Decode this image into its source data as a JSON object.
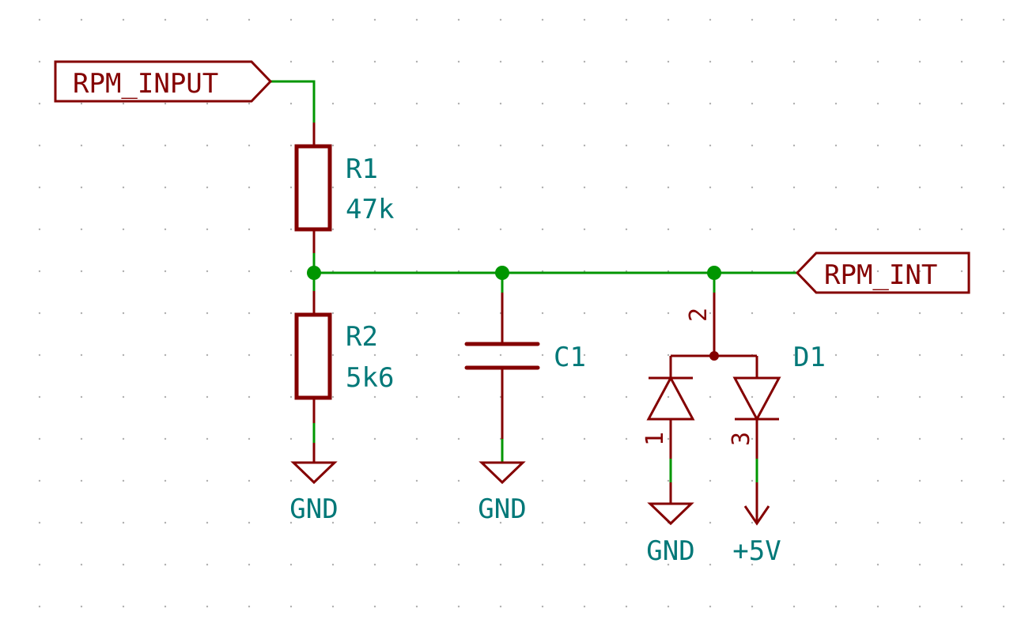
{
  "diagram": {
    "labels": {
      "input": "RPM_INPUT",
      "output": "RPM_INT"
    },
    "components": {
      "r1": {
        "ref": "R1",
        "value": "47k"
      },
      "r2": {
        "ref": "R2",
        "value": "5k6"
      },
      "c1": {
        "ref": "C1"
      },
      "d1": {
        "ref": "D1",
        "pins": [
          "1",
          "2",
          "3"
        ]
      }
    },
    "power": {
      "gnd_r2": "GND",
      "gnd_c1": "GND",
      "gnd_d1": "GND",
      "vcc_d1": "+5V"
    },
    "colors": {
      "wire": "#009600",
      "component": "#840000",
      "text": "#007878",
      "background": "#ffffff"
    }
  }
}
